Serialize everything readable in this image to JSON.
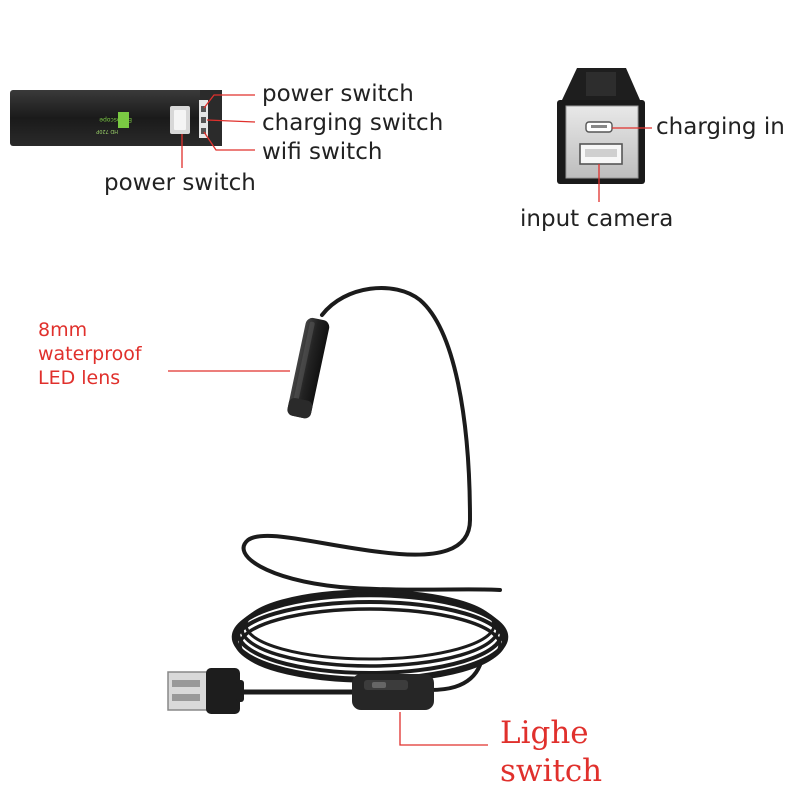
{
  "device": {
    "brand_text": "Endoscope",
    "badge_text": "Wi Fi",
    "model_text": "HD 720P"
  },
  "labels": {
    "power_switch_top": "power switch",
    "charging_switch": "charging switch",
    "wifi_switch": "wifi switch",
    "power_switch_bottom": "power switch",
    "charging_in": "charging in",
    "input_camera": "input camera",
    "lens_line1": "8mm",
    "lens_line2": "waterproof",
    "lens_line3": "LED lens",
    "light_line1": "Lighe",
    "light_line2": "switch"
  },
  "colors": {
    "accent_red": "#e0302c",
    "text_dark": "#222222",
    "device_body": "#1c1c1c",
    "badge_green": "#7ac943"
  }
}
